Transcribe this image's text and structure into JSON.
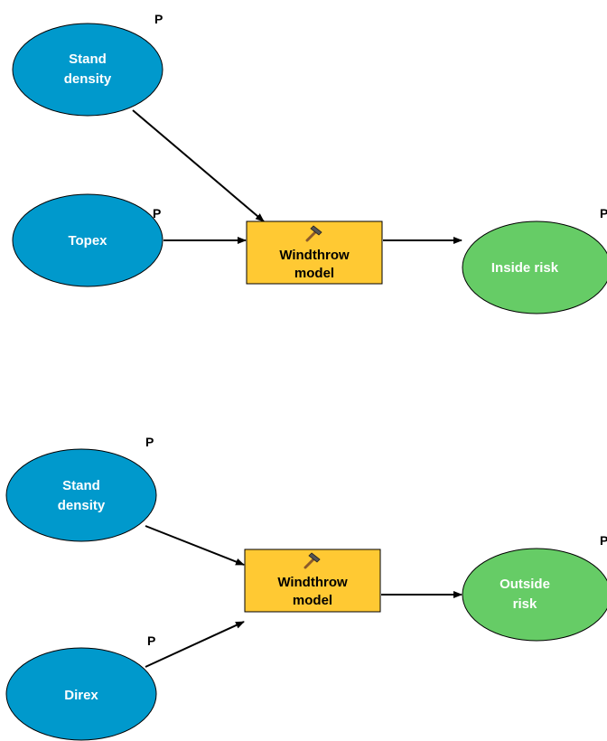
{
  "colors": {
    "input_fill": "#0099CC",
    "output_fill": "#66CC66",
    "tool_fill": "#FFC933",
    "stroke": "#000000",
    "arrow": "#000000"
  },
  "param_marker": "P",
  "models": [
    {
      "inputs": [
        {
          "lines": [
            "Stand",
            "density"
          ]
        },
        {
          "lines": [
            "Topex"
          ]
        }
      ],
      "tool": {
        "lines": [
          "Windthrow",
          "model"
        ],
        "icon": "hammer-icon"
      },
      "output": {
        "lines": [
          "Inside risk"
        ]
      }
    },
    {
      "inputs": [
        {
          "lines": [
            "Stand",
            "density"
          ]
        },
        {
          "lines": [
            "Direx"
          ]
        }
      ],
      "tool": {
        "lines": [
          "Windthrow",
          "model"
        ],
        "icon": "hammer-icon"
      },
      "output": {
        "lines": [
          "Outside",
          "risk"
        ]
      }
    }
  ]
}
